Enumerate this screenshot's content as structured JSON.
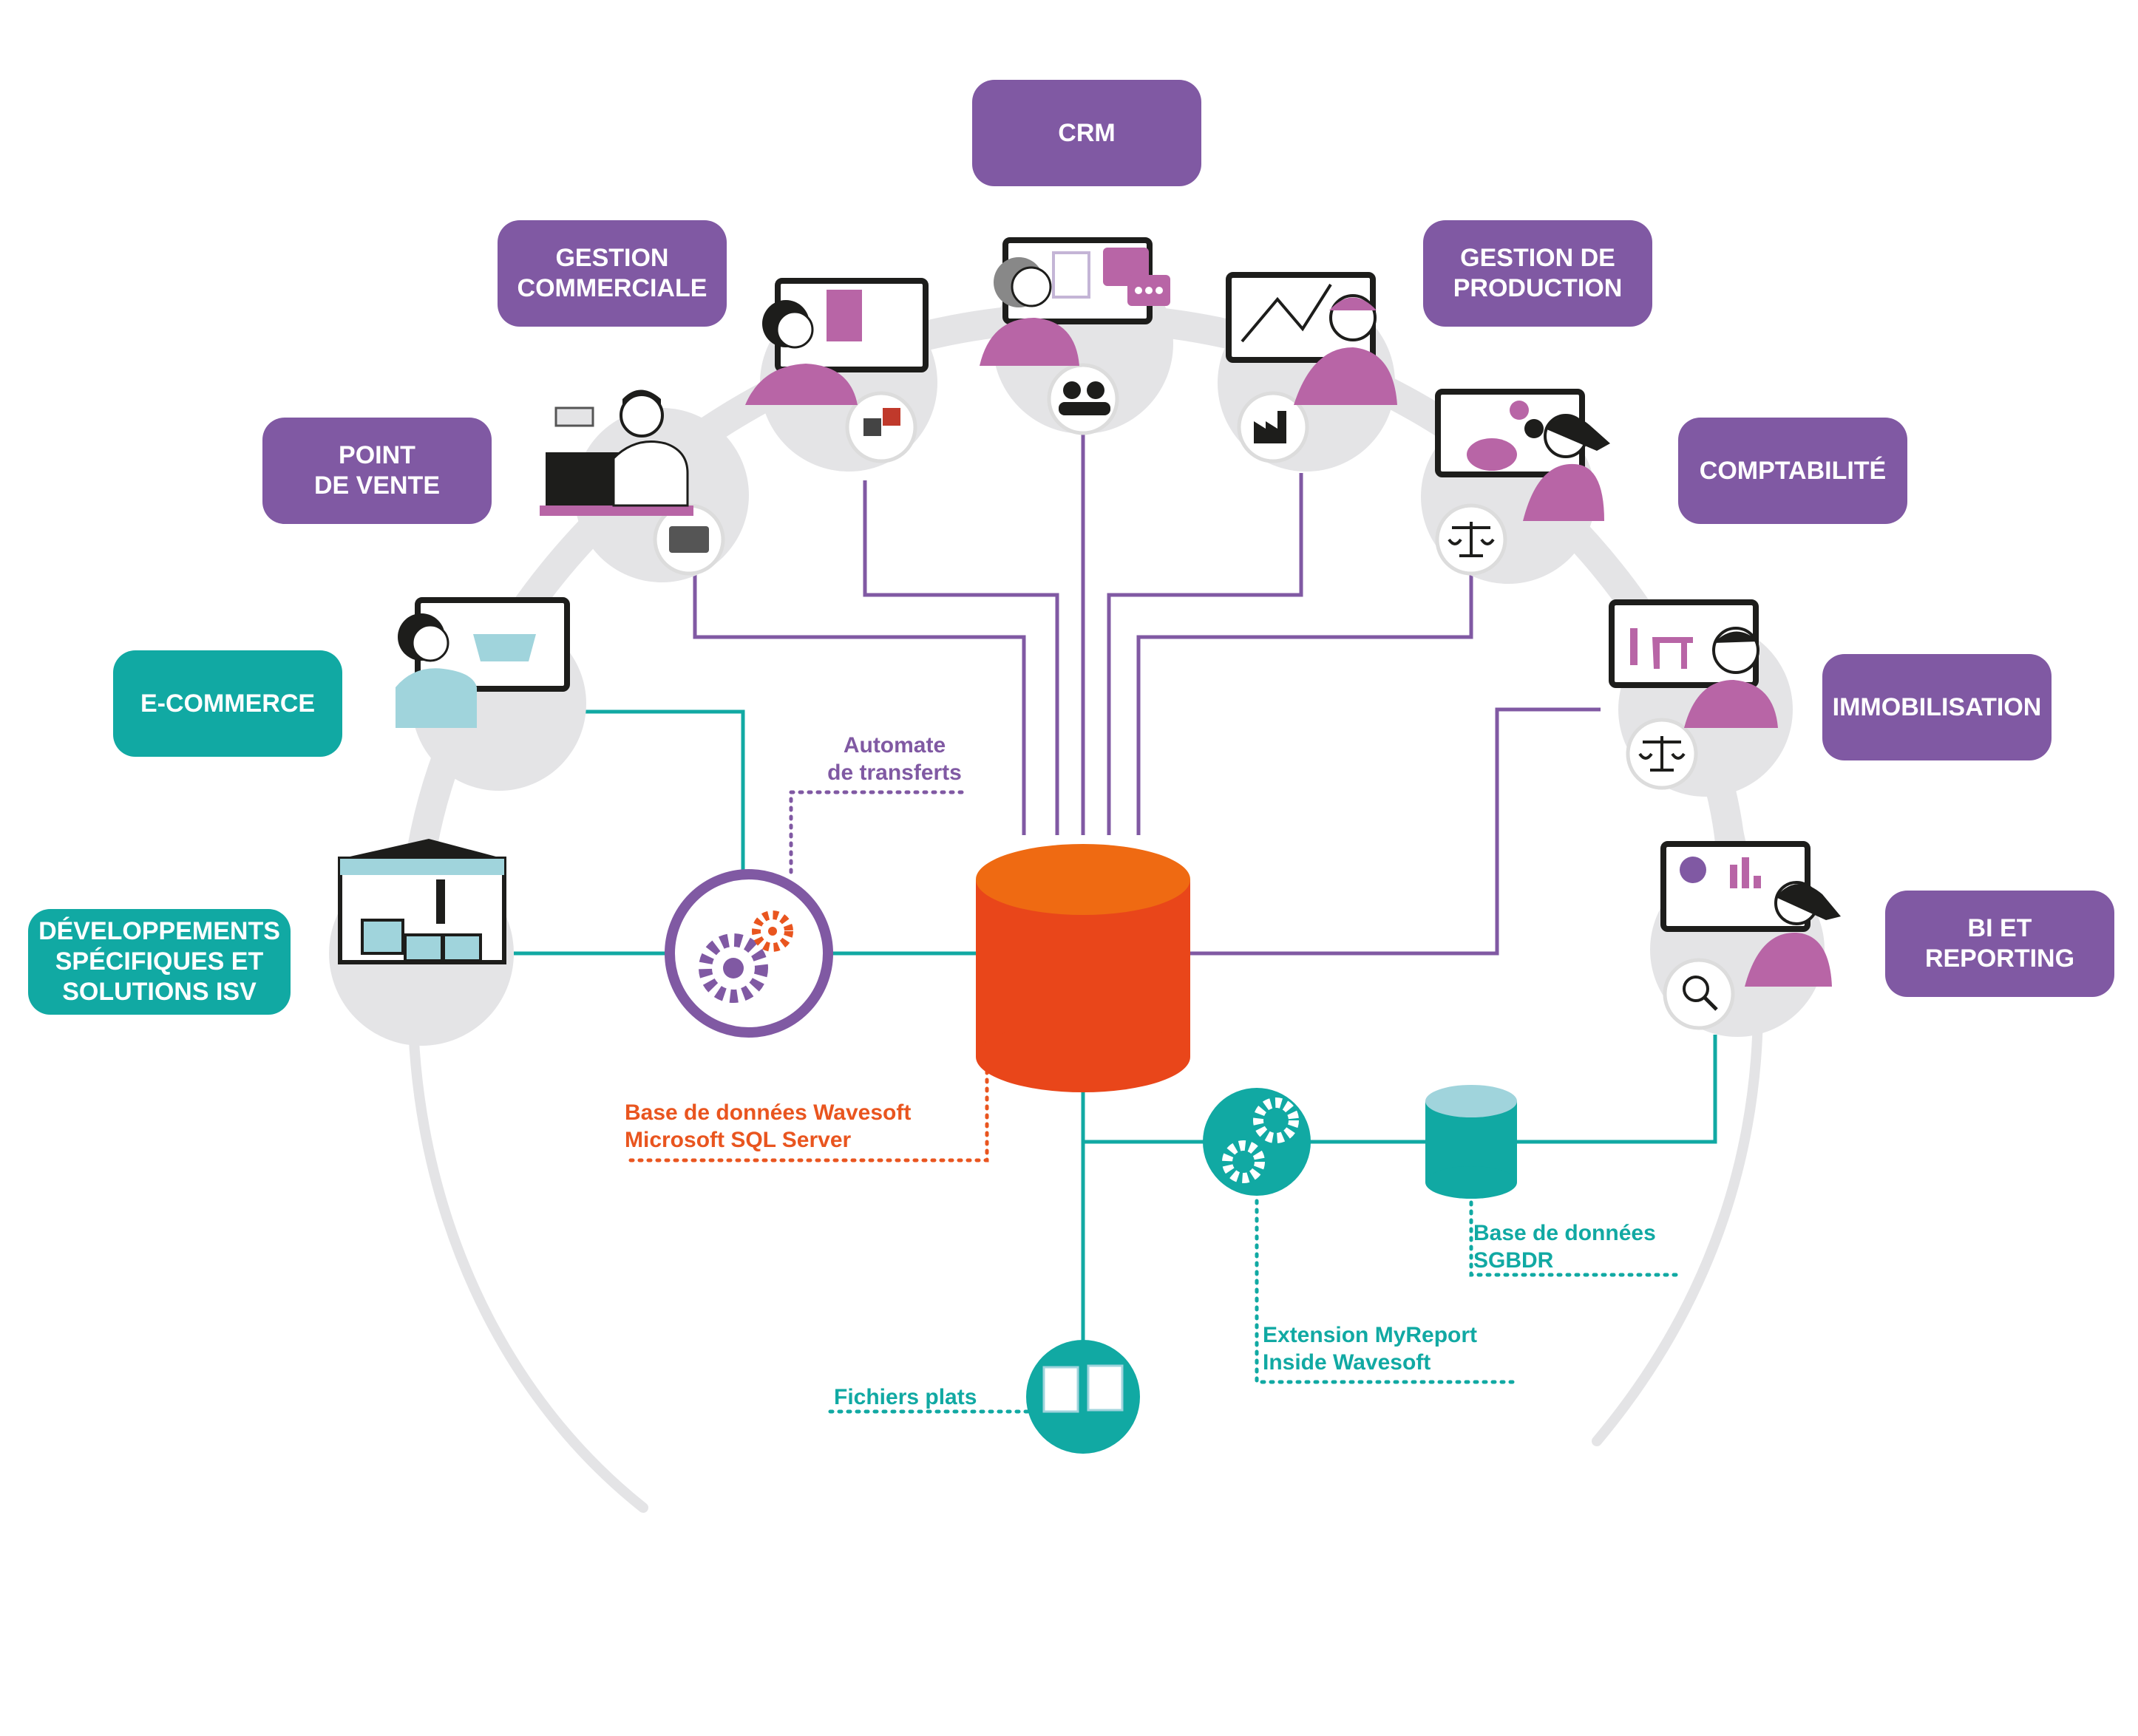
{
  "modules": [
    {
      "id": "crm",
      "label": "CRM",
      "style": "purple"
    },
    {
      "id": "gestion-commerciale",
      "label": "GESTION\nCOMMERCIALE",
      "style": "purple"
    },
    {
      "id": "gestion-production",
      "label": "GESTION DE\nPRODUCTION",
      "style": "purple"
    },
    {
      "id": "point-de-vente",
      "label": "POINT\nDE VENTE",
      "style": "purple"
    },
    {
      "id": "comptabilite",
      "label": "COMPTABILITÉ",
      "style": "purple"
    },
    {
      "id": "e-commerce",
      "label": "E-COMMERCE",
      "style": "teal"
    },
    {
      "id": "immobilisation",
      "label": "IMMOBILISATION",
      "style": "purple"
    },
    {
      "id": "developpements",
      "label": "DÉVELOPPEMENTS\nSPÉCIFIQUES ET\nSOLUTIONS ISV",
      "style": "teal"
    },
    {
      "id": "bi-reporting",
      "label": "BI ET\nREPORTING",
      "style": "purple"
    }
  ],
  "annotations": {
    "automate": "Automate\nde transferts",
    "database": "Base de données Wavesoft\nMicrosoft SQL Server",
    "sgbdr": "Base de données\nSGBDR",
    "myreport": "Extension MyReport\nInside Wavesoft",
    "flat_files": "Fichiers plats"
  },
  "colors": {
    "purple": "#8059a3",
    "teal": "#11a9a3",
    "orange": "#e9551f",
    "orange_top": "#ef6a12",
    "grey": "#e4e4e6",
    "pink": "#b865a6",
    "light_blue": "#a0d4dc",
    "black": "#1d1d1b"
  }
}
